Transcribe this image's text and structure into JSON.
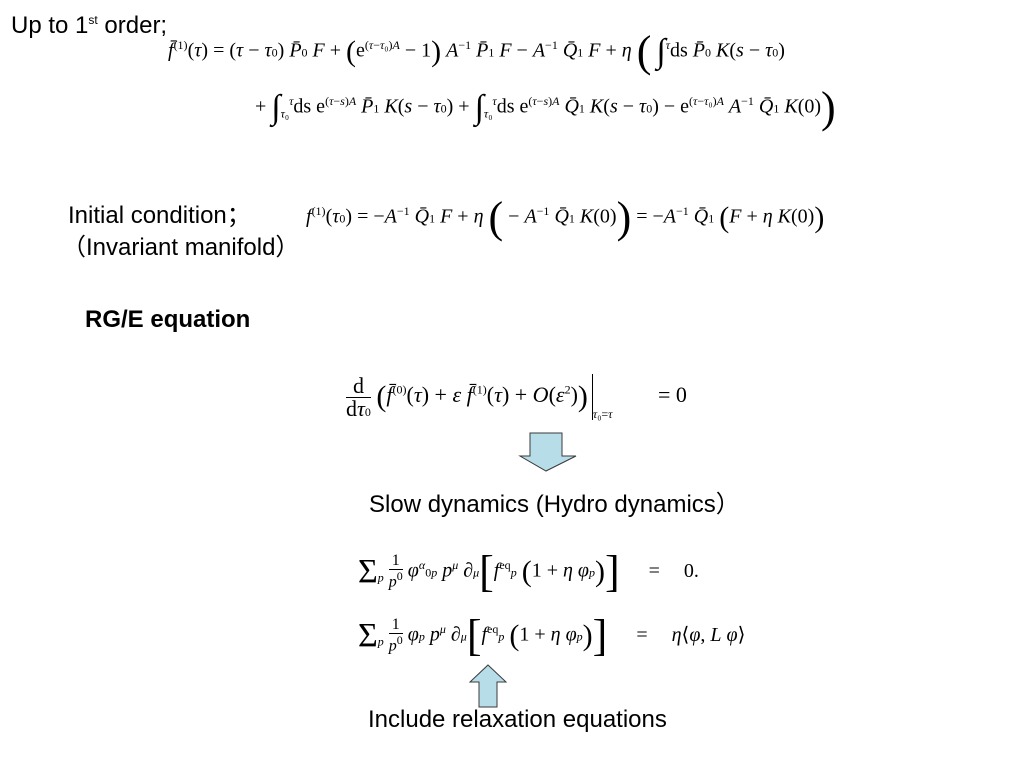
{
  "slide": {
    "heading": "Up to 1",
    "heading_sup": "st",
    "heading_tail": " order;",
    "initial_condition_label": "Initial condition；",
    "invariant_manifold_label": "（Invariant manifold）",
    "rge_title": "RG/E equation",
    "slow_dynamics_label": "Slow dynamics (Hydro dynamics）",
    "relaxation_label": "Include relaxation equations"
  },
  "equations": {
    "first_order_line1": "f̄⁽¹⁾(τ) = (τ − τ₀) P̄₀ F + (e^{(τ−τ₀)A} − 1) A⁻¹ P̄₁ F − A⁻¹ Q̄₁ F + η ( ∫_{τ₀}^{τ} ds P̄₀ K(s − τ₀)",
    "first_order_line2": "+ ∫_{τ₀}^{τ} ds e^{(τ−s)A} P̄₁ K(s − τ₀) + ∫_{τ₀}^{τ} ds e^{(τ−s)A} Q̄₁ K(s − τ₀) − e^{(τ−τ₀)A} A⁻¹ Q̄₁ K(0) )",
    "initial_condition": "f⁽¹⁾(τ₀) = −A⁻¹ Q̄₁ F + η ( − A⁻¹ Q̄₁ K(0) ) = −A⁻¹ Q̄₁ ( F + η K(0) )",
    "rge": "d/dτ₀ ( f̄⁽⁰⁾(τ) + ε f̄⁽¹⁾(τ) + O(ε²) ) |_{τ₀=τ} = 0",
    "hydro_1": "Σ_p (1/p⁰) φ^α_{0p} p^μ ∂_μ [ f^{eq}_p (1 + η φ_p) ] = 0.",
    "hydro_2": "Σ_p (1/p⁰) φ_p p^μ ∂_μ [ f^{eq}_p (1 + η φ_p) ] = η⟨φ, L φ⟩"
  },
  "colors": {
    "arrow_fill": "#b7dde8",
    "arrow_stroke": "#3a3a3a",
    "text": "#000000"
  }
}
